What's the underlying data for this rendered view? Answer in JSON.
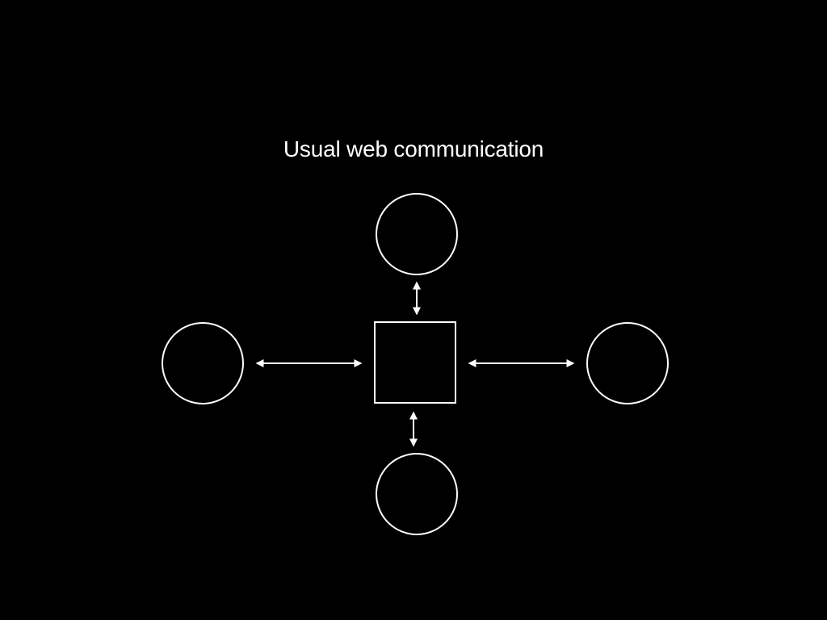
{
  "slide": {
    "title": "Usual web communication"
  },
  "diagram": {
    "server_node": {
      "shape": "square"
    },
    "client_nodes": [
      {
        "position": "top",
        "shape": "circle"
      },
      {
        "position": "left",
        "shape": "circle"
      },
      {
        "position": "right",
        "shape": "circle"
      },
      {
        "position": "bottom",
        "shape": "circle"
      }
    ],
    "connections": [
      {
        "from": "top",
        "to": "server",
        "direction": "bidirectional"
      },
      {
        "from": "left",
        "to": "server",
        "direction": "bidirectional"
      },
      {
        "from": "right",
        "to": "server",
        "direction": "bidirectional"
      },
      {
        "from": "bottom",
        "to": "server",
        "direction": "bidirectional"
      }
    ]
  },
  "colors": {
    "background": "#000000",
    "foreground": "#ffffff"
  }
}
